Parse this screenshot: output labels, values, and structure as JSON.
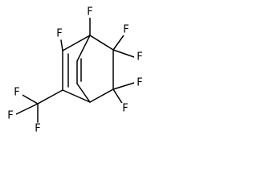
{
  "structure": {
    "atoms": {
      "f_bridgehead_top": "F",
      "f_left_top": "F",
      "f_c3_upper": "F",
      "f_c3_lower": "F",
      "f_c4_upper": "F",
      "f_c4_lower": "F",
      "f_cf3_top": "F",
      "f_cf3_left": "F",
      "f_cf3_bottom": "F"
    }
  }
}
